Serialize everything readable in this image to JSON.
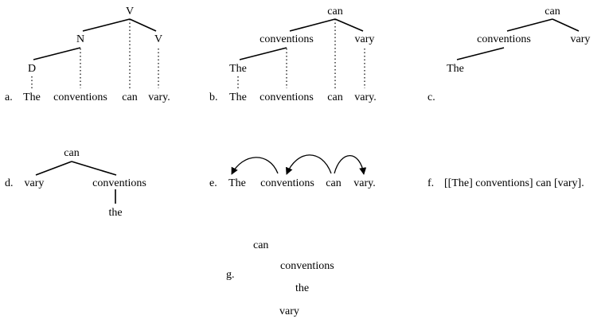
{
  "panels": {
    "a": {
      "label": "a.",
      "sentence": [
        "The",
        "conventions",
        "can",
        "vary."
      ],
      "nodes": {
        "v_top": "V",
        "n": "N",
        "v_right": "V",
        "d": "D"
      }
    },
    "b": {
      "label": "b.",
      "sentence": [
        "The",
        "conventions",
        "can",
        "vary."
      ],
      "nodes": {
        "root": "can",
        "left": "conventions",
        "right": "vary",
        "leaf": "The"
      }
    },
    "c": {
      "label": "c.",
      "nodes": {
        "root": "can",
        "left": "conventions",
        "right": "vary",
        "leaf": "The"
      }
    },
    "d": {
      "label": "d.",
      "nodes": {
        "root": "can",
        "left": "vary",
        "right": "conventions",
        "leaf": "the"
      }
    },
    "e": {
      "label": "e.",
      "sentence": [
        "The",
        "conventions",
        "can",
        "vary."
      ]
    },
    "f": {
      "label": "f.",
      "text": "[[The] conventions] can [vary]."
    },
    "g": {
      "label": "g.",
      "lines": [
        "can",
        "conventions",
        "the",
        "vary"
      ]
    }
  },
  "colors": {
    "ink": "#000000",
    "background": "#ffffff"
  }
}
